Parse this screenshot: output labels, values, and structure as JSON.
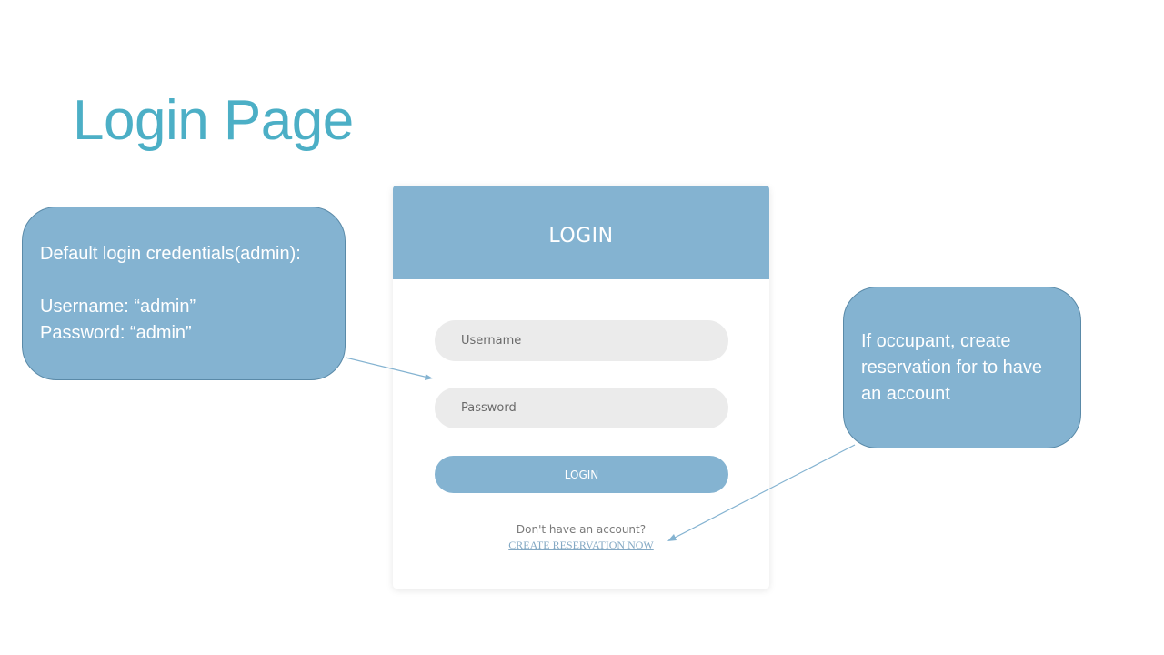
{
  "slide": {
    "title": "Login Page"
  },
  "callouts": {
    "credentials": {
      "heading": "Default login credentials(admin):",
      "username_line": "Username: “admin”",
      "password_line": "Password: “admin”"
    },
    "occupant": {
      "text": "If occupant, create reservation for to have an account"
    }
  },
  "login_form": {
    "header": "LOGIN",
    "username_placeholder": "Username",
    "password_placeholder": "Password",
    "login_button": "LOGIN",
    "signup_prompt": "Don't have an account?",
    "create_link": "CREATE RESERVATION NOW"
  },
  "colors": {
    "title": "#4cafc6",
    "accent": "#84b3d1",
    "field_bg": "#ebebeb",
    "callout_border": "#5a8aa8",
    "link": "#84a9c4"
  },
  "icons": [
    "arrow-line-icon"
  ]
}
